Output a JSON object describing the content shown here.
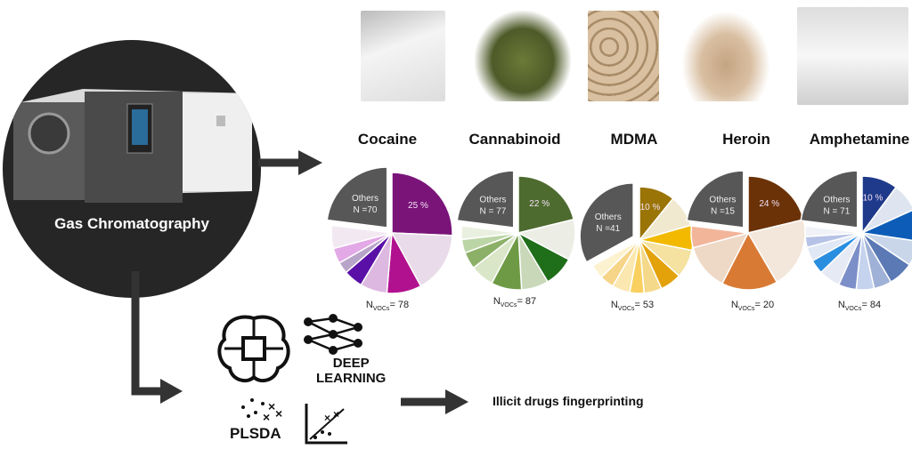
{
  "source": {
    "label": "Gas Chromatography"
  },
  "output": {
    "label": "Illicit drugs fingerprinting"
  },
  "methods": {
    "deep_learning": "DEEP LEARNING",
    "deep": "DEEP",
    "learning": "LEARNING",
    "plsda": "PLSDA"
  },
  "drugs": [
    {
      "name": "Cocaine",
      "others_label": "Others",
      "others_n": "N =70",
      "top_pct": "25 %",
      "nvocs": "78",
      "color": "#7a1479",
      "photo": "#e8e8e8",
      "slices": [
        25,
        16,
        9,
        7,
        5,
        3,
        4,
        6
      ],
      "colors": [
        "#7a1479",
        "#e9dbe9",
        "#b1118f",
        "#ddb8e0",
        "#5a0fa6",
        "#b8a4c8",
        "#e3a8e6",
        "#f2e8f2"
      ]
    },
    {
      "name": "Cannabinoid",
      "others_label": "Others",
      "others_n": "N = 77",
      "top_pct": "22 %",
      "nvocs": "87",
      "color": "#4e6b2f",
      "photo": "#5b6b34",
      "slices": [
        22,
        12,
        9,
        8,
        9,
        7,
        5,
        4,
        4
      ],
      "colors": [
        "#4e6b2f",
        "#eceee6",
        "#1f6e1a",
        "#c8d8b8",
        "#6e9a45",
        "#d9e6c8",
        "#8db068",
        "#bcd5a6",
        "#eaf0e0"
      ]
    },
    {
      "name": "MDMA",
      "others_label": "Others",
      "others_n": "N =41",
      "top_pct": "10 %",
      "nvocs": "53",
      "color": "#9a7406",
      "photo": "#c9ad8a",
      "slices": [
        10,
        9,
        7,
        8,
        6,
        5,
        4,
        5,
        4,
        4
      ],
      "colors": [
        "#9a7406",
        "#f0e9cf",
        "#f2b900",
        "#f5e2a0",
        "#e3a20a",
        "#f5d98a",
        "#f9d060",
        "#fbe8b0",
        "#f6d488",
        "#fdf2d0"
      ]
    },
    {
      "name": "Heroin",
      "others_label": "Others",
      "others_n": "N =15",
      "top_pct": "24 %",
      "nvocs": "20",
      "color": "#6b3208",
      "photo": "#caa98a",
      "slices": [
        24,
        23,
        18,
        15,
        7
      ],
      "colors": [
        "#6b3208",
        "#f3e6da",
        "#d97a34",
        "#eed8c6",
        "#f2b59a"
      ]
    },
    {
      "name": "Amphetamine",
      "others_label": "Others",
      "others_n": "N = 71",
      "top_pct": "10 %",
      "nvocs": "84",
      "color": "#1f3a8a",
      "photo": "#ececec",
      "slices": [
        10,
        8,
        9,
        7,
        7,
        5,
        5,
        5,
        6,
        4,
        4,
        3,
        3
      ],
      "colors": [
        "#1f3a8a",
        "#dfe5f0",
        "#0d5db8",
        "#c9d6ea",
        "#5a79b5",
        "#9fb1d6",
        "#c5d3ee",
        "#7c8fc9",
        "#e6eaf4",
        "#2a8ee0",
        "#e0e8f6",
        "#b7c3e6",
        "#f0f2f8"
      ]
    }
  ]
}
